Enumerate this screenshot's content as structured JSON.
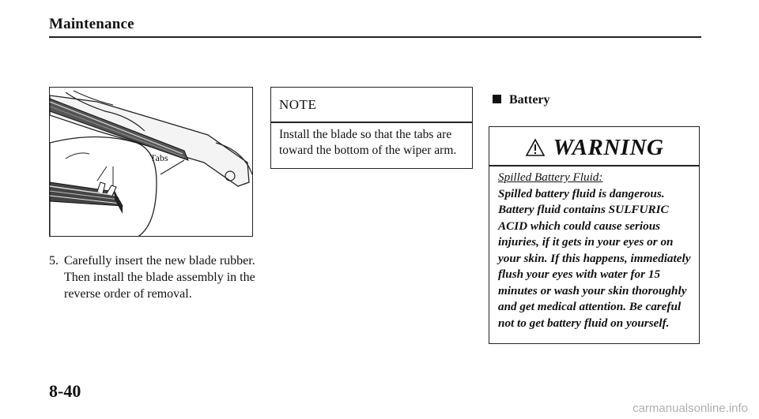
{
  "header": {
    "title": "Maintenance"
  },
  "figure": {
    "label": "Tabs"
  },
  "step": {
    "number": "5.",
    "text": "Carefully insert the new blade rubber. Then install the blade assembly in the reverse order of removal."
  },
  "note": {
    "title": "NOTE",
    "text": "Install the blade so that the tabs are toward the bottom of the wiper arm."
  },
  "battery": {
    "heading": "Battery"
  },
  "warning": {
    "title": "WARNING",
    "subheading": "Spilled Battery Fluid:",
    "text": "Spilled battery fluid is dangerous. Battery fluid contains SULFURIC ACID which could cause serious injuries, if it gets in your eyes or on your skin. If this happens, immediately flush your eyes with water for 15 minutes or wash your skin thoroughly and get medical attention. Be careful not to get battery fluid on yourself."
  },
  "footer": {
    "page": "8-40",
    "watermark": "carmanualsonline.info"
  },
  "icons": {
    "warning": "warning-triangle-icon",
    "bullet": "square-bullet-icon"
  }
}
